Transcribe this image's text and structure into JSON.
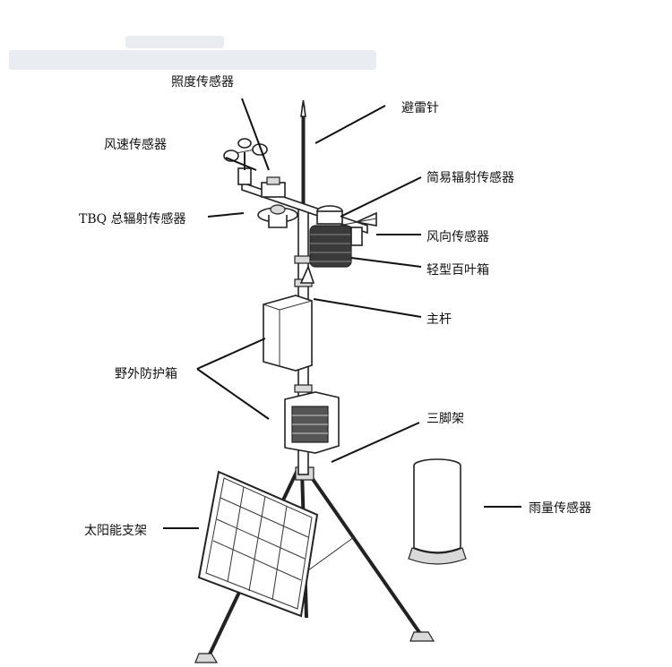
{
  "labels": {
    "illuminance_sensor": "照度传感器",
    "lightning_rod": "避雷针",
    "wind_speed_sensor": "风速传感器",
    "simple_radiation_sensor": "简易辐射传感器",
    "tbq_total_radiation_sensor": "TBQ 总辐射传感器",
    "wind_direction_sensor": "风向传感器",
    "light_louver_box": "轻型百叶箱",
    "main_pole": "主杆",
    "field_protection_box": "野外防护箱",
    "tripod": "三脚架",
    "rain_gauge_sensor": "雨量传感器",
    "solar_panel_bracket": "太阳能支架"
  }
}
